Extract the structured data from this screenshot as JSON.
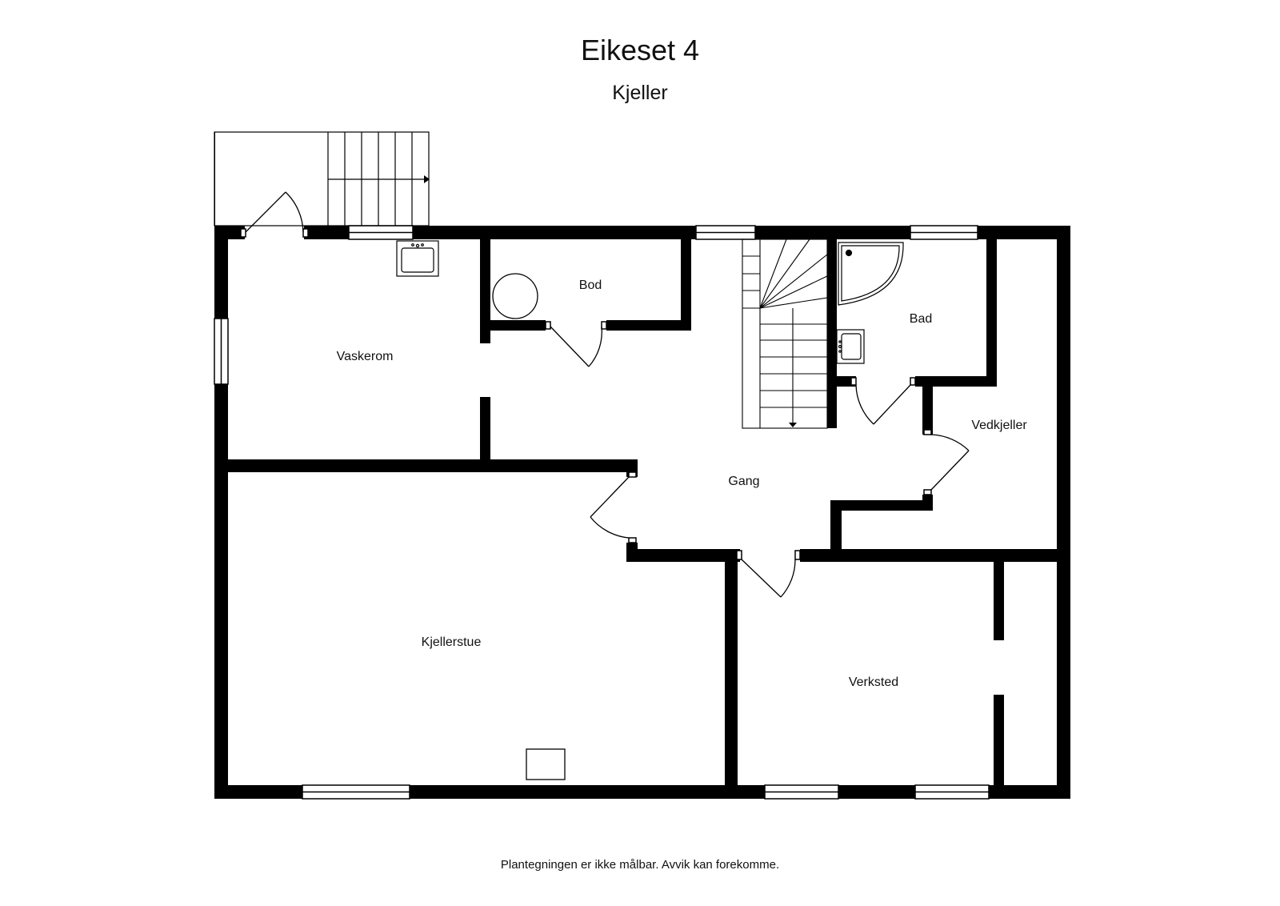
{
  "title": "Eikeset 4",
  "subtitle": "Kjeller",
  "rooms": {
    "vaskerom": "Vaskerom",
    "bod": "Bod",
    "bad": "Bad",
    "vedkjeller": "Vedkjeller",
    "gang": "Gang",
    "kjellerstue": "Kjellerstue",
    "verksted": "Verksted"
  },
  "footer": "Plantegningen er ikke målbar. Avvik kan forekomme.",
  "colors": {
    "wall": "#000000",
    "line": "#000000",
    "background": "#ffffff"
  }
}
